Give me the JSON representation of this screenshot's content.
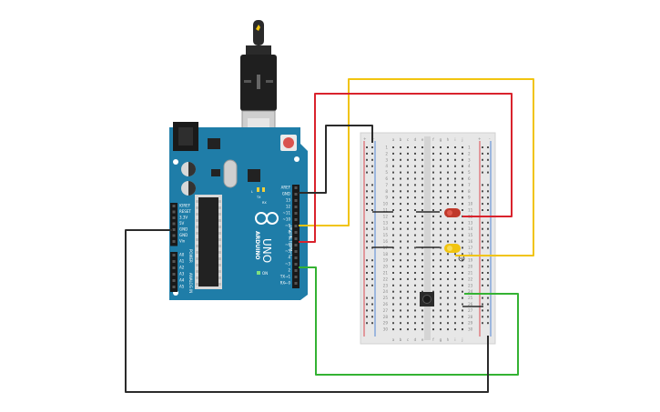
{
  "board": {
    "brand": "ARDUINO",
    "model": "UNO",
    "on_label": "ON",
    "tx_label": "TX",
    "rx_label": "RX",
    "l_label": "L",
    "digital_label": "DIGITAL (PWM~)",
    "analog_label": "ANALOG IN",
    "power_label": "POWER",
    "power_pins": [
      "IOREF",
      "RESET",
      "3.3V",
      "5V",
      "GND",
      "GND",
      "Vin"
    ],
    "analog_pins": [
      "A0",
      "A1",
      "A2",
      "A3",
      "A4",
      "A5"
    ],
    "digital_pins": [
      "AREF",
      "GND",
      "13",
      "12",
      "~11",
      "~10",
      "~9",
      "8",
      "7",
      "~6",
      "~5",
      "4",
      "~3",
      "2",
      "TX→1",
      "RX←0"
    ]
  },
  "breadboard": {
    "columns_left": [
      "a",
      "b",
      "c",
      "d",
      "e"
    ],
    "columns_right": [
      "f",
      "g",
      "h",
      "i",
      "j"
    ],
    "rail_plus": "+",
    "rail_minus": "-",
    "row_count": 30
  },
  "components": {
    "led_red_color": "#c0392b",
    "led_yellow_color": "#f1c40f"
  },
  "wire_colors": {
    "red": "#d9232d",
    "yellow": "#f1c40f",
    "green": "#34b233",
    "black": "#2b2b2b"
  }
}
